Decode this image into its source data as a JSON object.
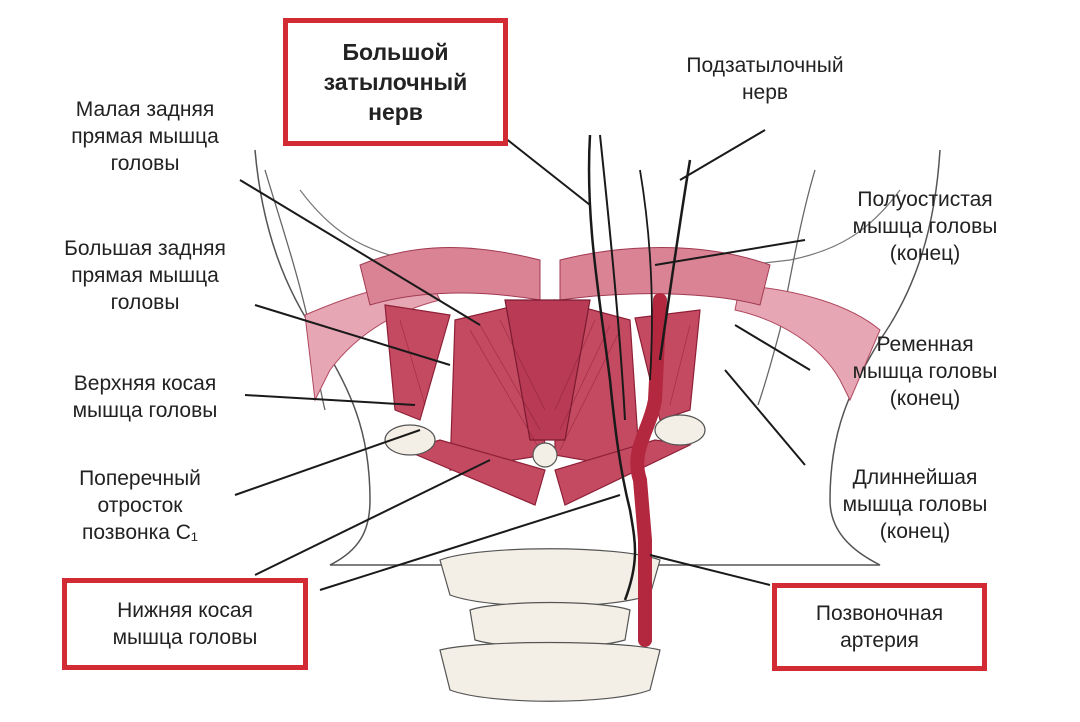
{
  "diagram": {
    "colors": {
      "muscle": "#c44a62",
      "muscle_dark": "#8e2037",
      "muscle_light": "#e39aa8",
      "bone_outline": "#555555",
      "nerve": "#1a1a1a",
      "artery": "#b3283f",
      "highlight_box": "#d22b33"
    },
    "labels": {
      "greater_occipital_nerve": {
        "lines": [
          "Большой",
          "затылочный",
          "нерв"
        ],
        "highlighted": true
      },
      "suboccipital_nerve": {
        "lines": [
          "Подзатылочный",
          "нерв"
        ],
        "highlighted": false
      },
      "rectus_minor": {
        "lines": [
          "Малая задняя",
          "прямая мышца",
          "головы"
        ],
        "highlighted": false
      },
      "rectus_major": {
        "lines": [
          "Большая задняя",
          "прямая мышца",
          "головы"
        ],
        "highlighted": false
      },
      "oblique_superior": {
        "lines": [
          "Верхняя косая",
          "мышца головы"
        ],
        "highlighted": false
      },
      "transverse_process": {
        "lines": [
          "Поперечный",
          "отросток",
          "позвонка C₁"
        ],
        "highlighted": false
      },
      "oblique_inferior": {
        "lines": [
          "Нижняя косая",
          "мышца головы"
        ],
        "highlighted": true
      },
      "semispinalis": {
        "lines": [
          "Полуостистая",
          "мышца головы",
          "(конец)"
        ],
        "highlighted": false
      },
      "splenius": {
        "lines": [
          "Ременная",
          "мышца головы",
          "(конец)"
        ],
        "highlighted": false
      },
      "longissimus": {
        "lines": [
          "Длиннейшая",
          "мышца головы",
          "(конец)"
        ],
        "highlighted": false
      },
      "vertebral_artery": {
        "lines": [
          "Позвоночная",
          "артерия"
        ],
        "highlighted": true
      }
    }
  }
}
